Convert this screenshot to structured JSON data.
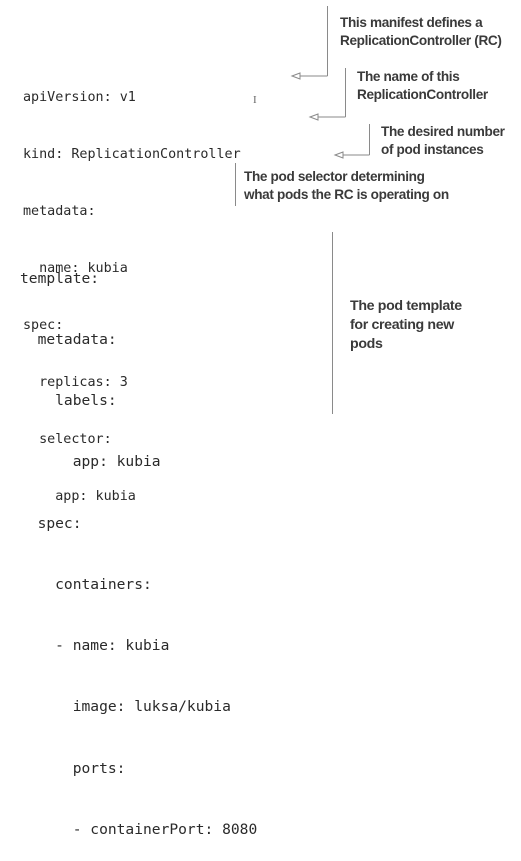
{
  "manifest_block": {
    "lines": [
      "apiVersion: v1",
      "kind: ReplicationController",
      "metadata:",
      "  name: kubia",
      "spec:",
      "  replicas: 3",
      "  selector:",
      "    app: kubia"
    ]
  },
  "template_block": {
    "lines": [
      "template:",
      "  metadata:",
      "    labels:",
      "      app: kubia",
      "  spec:",
      "    containers:",
      "    - name: kubia",
      "      image: luksa/kubia",
      "      ports:",
      "      - containerPort: 8080"
    ]
  },
  "annotations": {
    "rc_manifest": [
      "This manifest defines a",
      "ReplicationController (RC)"
    ],
    "rc_name": [
      "The name of this",
      "ReplicationController"
    ],
    "desired_replicas": [
      "The desired number",
      "of pod instances"
    ],
    "pod_selector": [
      "The pod selector determining",
      "what pods the RC is operating on"
    ],
    "pod_template": [
      "The pod template",
      "for creating new",
      "pods"
    ]
  },
  "cursor_glyph": "I",
  "colors": {
    "code_text": "#2a2a2a",
    "annotation_text": "#3a3a3a",
    "callout_lines": "#8a8a8a"
  }
}
